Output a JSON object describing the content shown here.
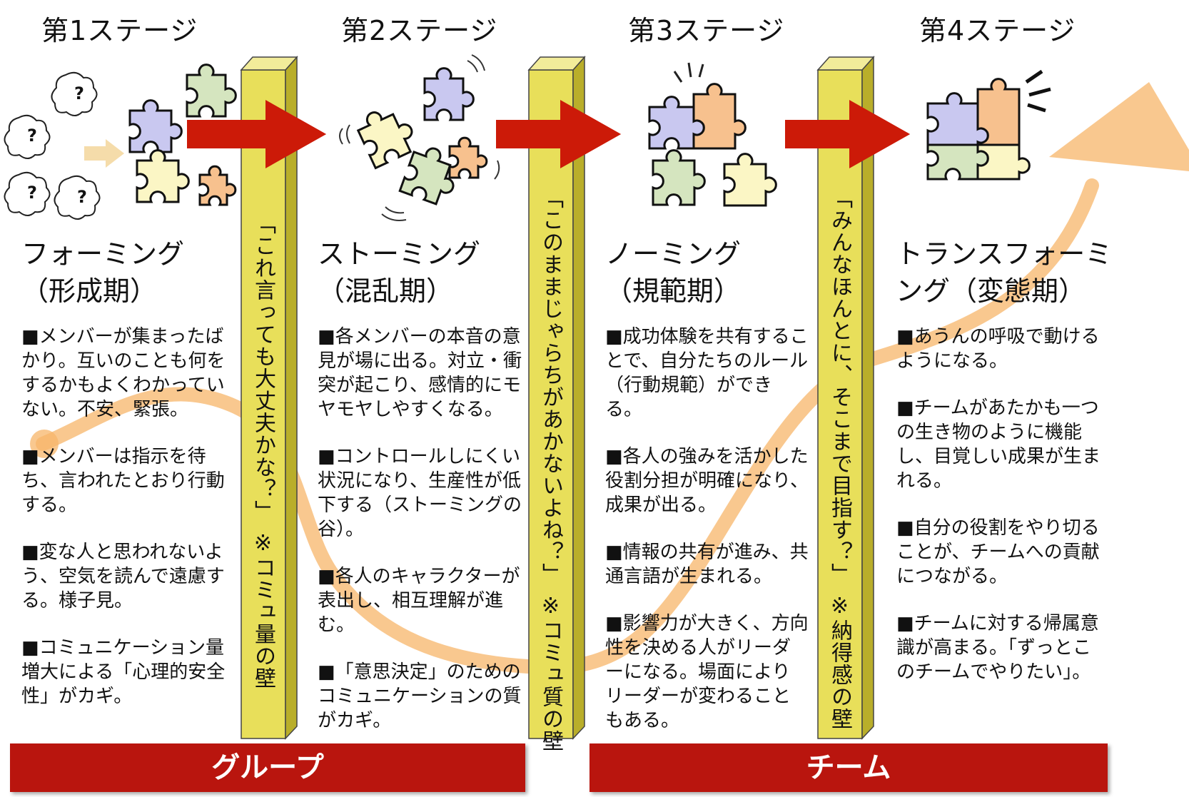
{
  "stages": [
    {
      "label": "第1ステージ",
      "name_line1": "フォーミング",
      "name_line2": "（形成期）",
      "points": [
        "■メンバーが集まったばかり。互いのことも何をするかもよくわかっていない。不安、緊張。",
        "■メンバーは指示を待ち、言われたとおり行動する。",
        "■変な人と思われないよう、空気を読んで遠慮する。様子見。",
        "■コミュニケーション量増大による「心理的安全性」がカギ。"
      ]
    },
    {
      "label": "第2ステージ",
      "name_line1": "ストーミング",
      "name_line2": "（混乱期）",
      "points": [
        "■各メンバーの本音の意見が場に出る。対立・衝突が起こり、感情的にモヤモヤしやすくなる。",
        "■コントロールしにくい状況になり、生産性が低下する（ストーミングの谷）。",
        "■各人のキャラクターが表出し、相互理解が進む。",
        "■「意思決定」のためのコミュニケーションの質がカギ。"
      ]
    },
    {
      "label": "第3ステージ",
      "name_line1": "ノーミング",
      "name_line2": "（規範期）",
      "points": [
        "■成功体験を共有することで、自分たちのルール（行動規範）ができる。",
        "■各人の強みを活かした役割分担が明確になり、成果が出る。",
        "■情報の共有が進み、共通言語が生まれる。",
        "■影響力が大きく、方向性を決める人がリーダーになる。場面によりリーダーが変わることもある。"
      ]
    },
    {
      "label": "第4ステージ",
      "name_line1": "トランスフォーミ",
      "name_line2": "ング（変態期）",
      "points": [
        "■あうんの呼吸で動けるようになる。",
        "■チームがあたかも一つの生き物のように機能し、目覚しい成果が生まれる。",
        "■自分の役割をやり切ることが、チームへの貢献につながる。",
        "■チームに対する帰属意識が高まる。「ずっとこのチームでやりたい」。"
      ]
    }
  ],
  "walls": [
    {
      "quote": "「これ言っても大丈夫かな？」",
      "note": "※コミュ量の壁"
    },
    {
      "quote": "「このままじゃらちがあかないよね？」",
      "note": "※コミュ質の壁"
    },
    {
      "quote": "「みんなほんとに、そこまで目指す？」",
      "note": "※納得感の壁"
    }
  ],
  "bars": {
    "group": "グループ",
    "team": "チーム"
  },
  "question_mark": "?",
  "colors": {
    "bar_red": "#b9150e",
    "arrow_red": "#cc1a08",
    "pillar_yellow": "#e8df5a",
    "curve_orange": "#f7b56a",
    "puzzle_blue": "#c9c8f0",
    "puzzle_green": "#d5e5bf",
    "puzzle_yellow": "#fbf6c5",
    "puzzle_orange": "#f7c18e"
  },
  "icons": [
    "puzzle-piece-icon",
    "question-cloud-icon",
    "right-arrow-icon",
    "growth-curve-icon"
  ]
}
